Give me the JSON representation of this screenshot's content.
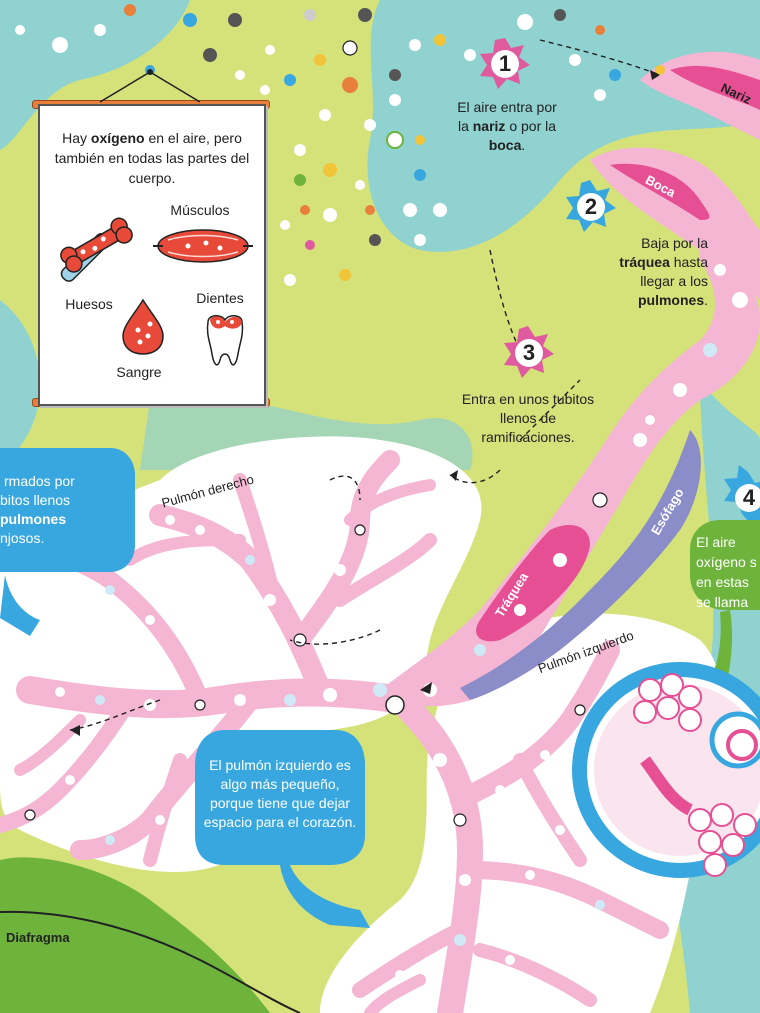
{
  "steps": [
    {
      "number": "1",
      "text_before": "El aire entra por la ",
      "bold1": "nariz",
      "text_mid": " o por la ",
      "bold2": "boca",
      "text_after": "."
    },
    {
      "number": "2",
      "text_before": "Baja por la ",
      "bold1": "tráquea",
      "text_mid": " hasta llegar a los ",
      "bold2": "pulmones",
      "text_after": "."
    },
    {
      "number": "3",
      "text": "Entra en unos tubitos llenos de ramificaciones."
    },
    {
      "number": "4",
      "text": "El aire oxígeno s en estas se llama"
    }
  ],
  "poster": {
    "intro_before": "Hay ",
    "intro_bold": "oxígeno",
    "intro_after": " en el aire, pero también en todas las partes del cuerpo.",
    "items": [
      "Músculos",
      "Huesos",
      "Dientes",
      "Sangre"
    ]
  },
  "bubbles": {
    "left": {
      "line1": "rmados por",
      "line2": "bitos llenos",
      "bold": "pulmones",
      "line4": "njosos."
    },
    "bottom": "El pulmón izquierdo es algo más pequeño, porque tiene que dejar espacio para el corazón."
  },
  "labels": {
    "nose": "Nariz",
    "mouth": "Boca",
    "trachea": "Tráquea",
    "esophagus": "Esófago",
    "right_lung": "Pulmón derecho",
    "left_lung": "Pulmón izquierdo",
    "diaphragm": "Diafragma"
  },
  "colors": {
    "background_green": "#d5e27a",
    "teal": "#8fd2cf",
    "pink_airway": "#f4b6d2",
    "magenta": "#e64f93",
    "blue_bubble": "#39a7df",
    "green_bubble": "#6eb43c",
    "purple_star": "#e05aa0",
    "blue_star": "#3aa5d9",
    "orange_rod": "#e8803b"
  }
}
